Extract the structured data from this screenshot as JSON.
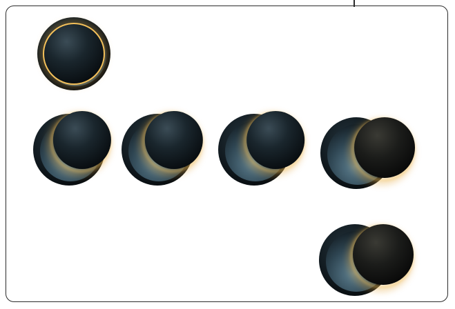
{
  "figure": {
    "background_color": "#ffffff",
    "frame_color": "#2a2a2a",
    "lamp_colors": {
      "disc_dark": "#0b1217",
      "disc_mid": "#1c2a33",
      "disc_light": "#4a6b7c",
      "glow": "#f3c05a",
      "glow_soft": "#e2a53c"
    },
    "stages": [
      {
        "id": "full-eclipse",
        "offset_fraction": 0.0
      },
      {
        "id": "stage-1",
        "offset_fraction": 0.1
      },
      {
        "id": "stage-2",
        "offset_fraction": 0.2
      },
      {
        "id": "stage-3",
        "offset_fraction": 0.35
      },
      {
        "id": "stage-4",
        "offset_fraction": 0.55
      },
      {
        "id": "stage-5",
        "offset_fraction": 0.55
      }
    ]
  }
}
